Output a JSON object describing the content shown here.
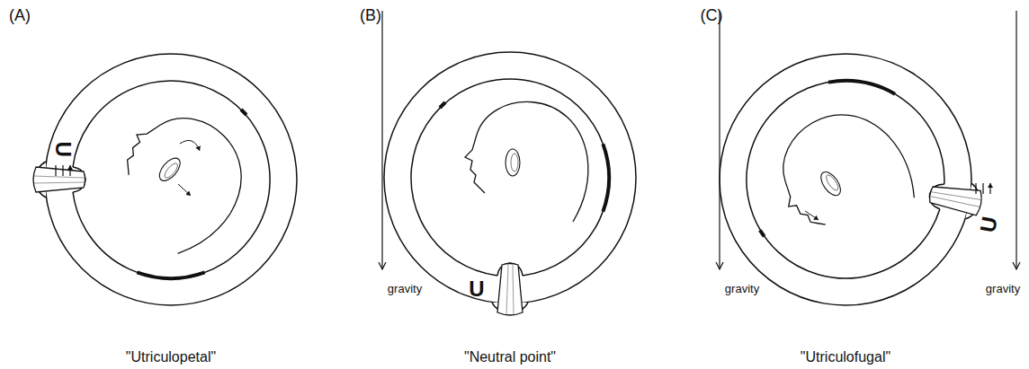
{
  "diagram": {
    "labels": [
      "(A)",
      "(B)",
      "(C)",
      "U",
      "U",
      "U",
      "gravity",
      "gravity",
      "gravity",
      "\"Utriculopetal\"",
      "\"Neutral point\"",
      "\"Utriculofugal\""
    ]
  }
}
